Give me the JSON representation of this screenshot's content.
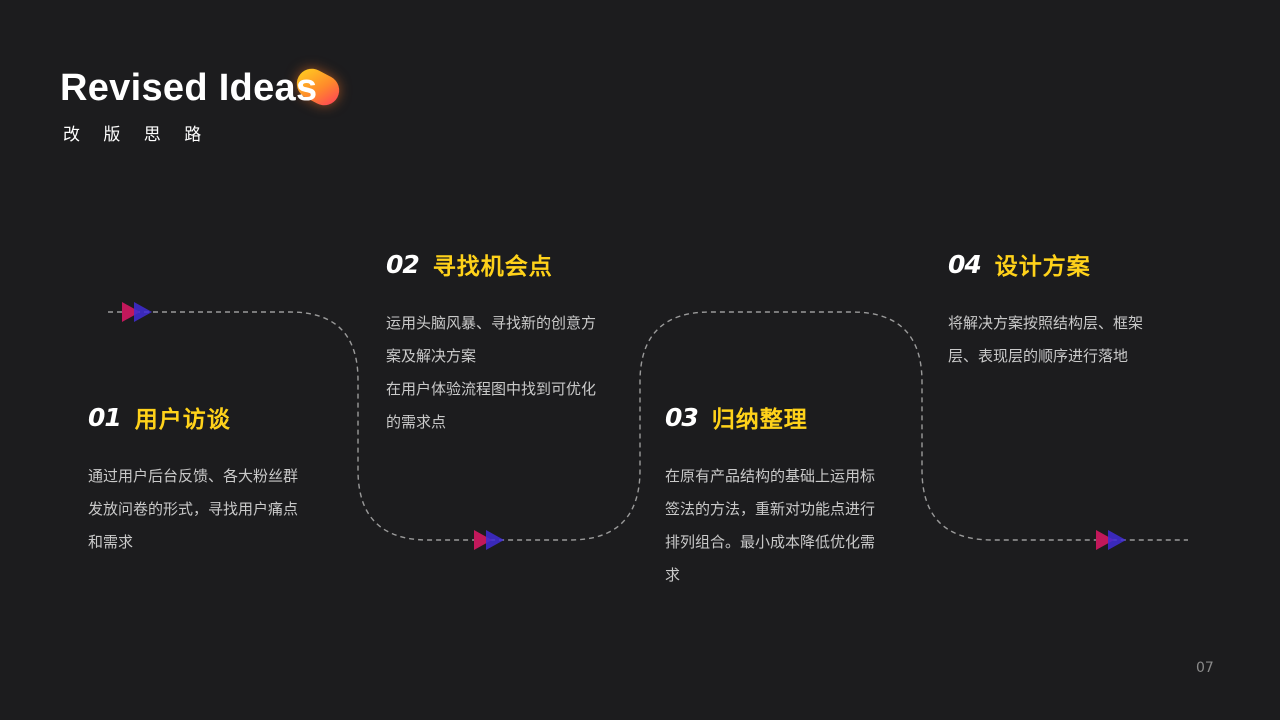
{
  "header": {
    "title": "Revised Ideas",
    "subtitle": "改 版 思 路"
  },
  "steps": [
    {
      "num": "01",
      "title": "用户访谈",
      "lines": [
        "通过用户后台反馈、各大粉丝群",
        "发放问卷的形式，寻找用户痛点",
        "和需求"
      ]
    },
    {
      "num": "02",
      "title": "寻找机会点",
      "lines": [
        "运用头脑风暴、寻找新的创意方",
        "案及解决方案",
        "在用户体验流程图中找到可优化",
        "的需求点"
      ]
    },
    {
      "num": "03",
      "title": "归纳整理",
      "lines": [
        "在原有产品结构的基础上运用标",
        "签法的方法，重新对功能点进行",
        "排列组合。最小成本降低优化需",
        "求"
      ]
    },
    {
      "num": "04",
      "title": "设计方案",
      "lines": [
        "将解决方案按照结构层、框架",
        "层、表现层的顺序进行落地"
      ]
    }
  ],
  "page_number": "07",
  "colors": {
    "background": "#1c1c1e",
    "accent_yellow": "#ffd21a",
    "arrow_red": "#c2185b",
    "arrow_blue": "#3f2bd6",
    "path_line": "#9a9a9a"
  },
  "icons": [
    "double-arrow-icon"
  ]
}
